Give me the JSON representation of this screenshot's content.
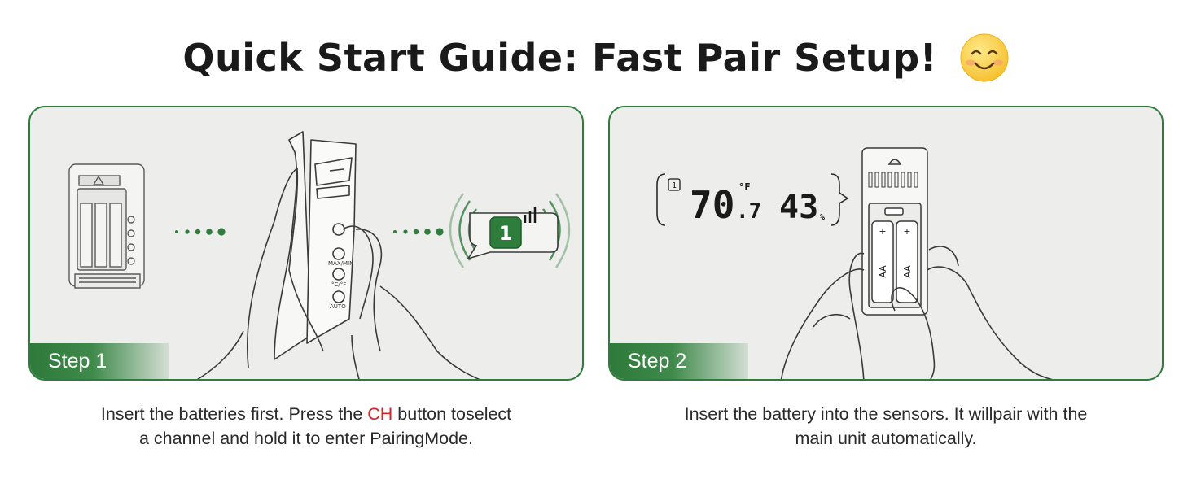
{
  "title": "Quick Start Guide: Fast Pair Setup!",
  "icons": {
    "title_emoji": "smiling-face-icon"
  },
  "steps": [
    {
      "badge": "Step 1",
      "caption_before": "Insert the batteries first. Press the ",
      "caption_highlight": "CH",
      "caption_after": " button toselect",
      "caption_line2": "a channel and hold it to enter PairingMode.",
      "display_channel": "1",
      "device_labels": [
        "MAX/MIN",
        "°C/°F",
        "AUTO"
      ]
    },
    {
      "badge": "Step 2",
      "caption_line1": "Insert the battery into the sensors. It willpair with the",
      "caption_line2": "main unit automatically.",
      "lcd": {
        "channel": "1",
        "temperature": "70",
        "temperature_decimal": ".7",
        "temperature_unit": "°F",
        "humidity": "43",
        "humidity_unit": "%"
      },
      "battery_label": "AA",
      "battery_plus": "+"
    }
  ],
  "colors": {
    "accent_green": "#2f7d3c",
    "highlight_red": "#d4242a",
    "panel_bg": "#ededec"
  }
}
